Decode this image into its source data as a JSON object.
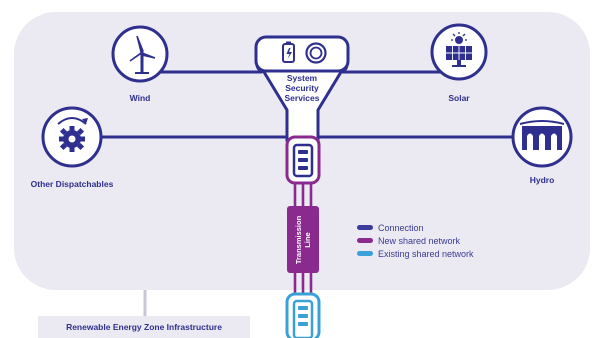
{
  "nodes": {
    "wind": "Wind",
    "solar": "Solar",
    "other": "Other Dispatchables",
    "hydro": "Hydro",
    "sss": [
      "System",
      "Security",
      "Services"
    ]
  },
  "vertical_label": [
    "Transmission",
    "Line"
  ],
  "legend": [
    {
      "label": "Connection",
      "color": "#3b3d9c"
    },
    {
      "label": "New shared network",
      "color": "#8b2a8e"
    },
    {
      "label": "Existing shared network",
      "color": "#3aa0d8"
    }
  ],
  "zone_label": "Renewable Energy Zone Infrastructure",
  "colors": {
    "background_panel": "#ebe9f1",
    "connection": "#2e2f8f",
    "new_network": "#8b2a8e",
    "existing_network": "#3aa0d8"
  }
}
